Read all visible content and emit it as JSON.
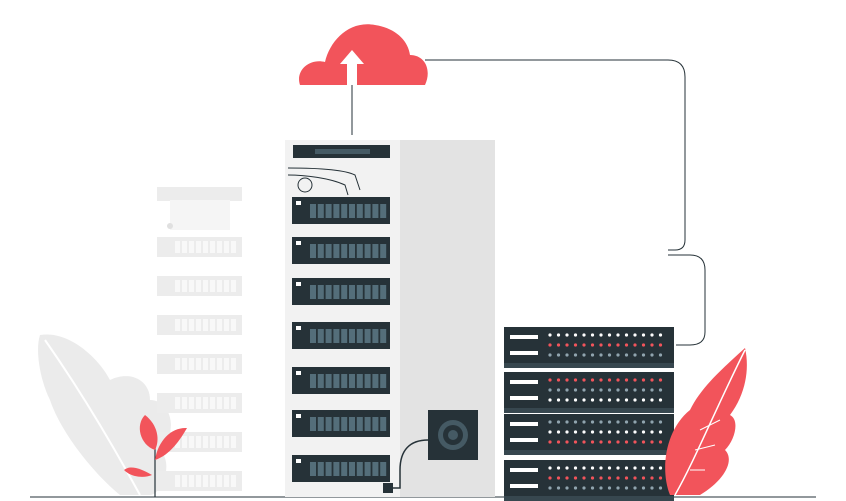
{
  "illustration": {
    "subject": "cloud-upload-server-rack",
    "colors": {
      "accent_red": "#f2545b",
      "rack_dark": "#263238",
      "rack_light": "#e6e6e6",
      "rack_lighter": "#f2f2f2",
      "ghost_rack": "#ededed",
      "line": "#263238",
      "foliage_gray": "#ebebeb"
    },
    "icons": [
      "cloud-upload-icon",
      "server-tower-icon",
      "server-stack-icon",
      "fan-unit-icon",
      "leaf-icon",
      "plant-icon"
    ],
    "tower_drive_bays": 7,
    "stack_units": 4,
    "ghost_rack_slots": 7
  }
}
